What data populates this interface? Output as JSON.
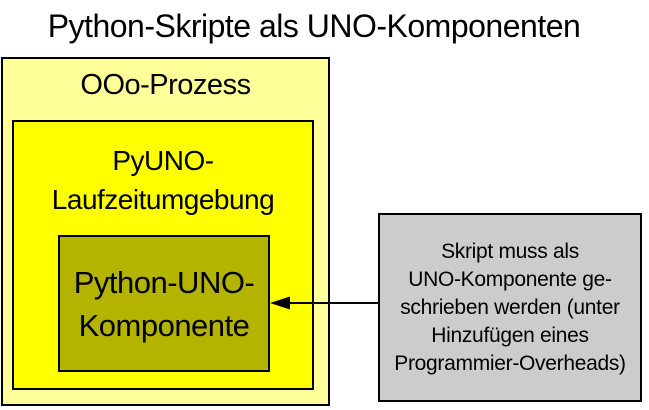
{
  "title": "Python-Skripte als UNO-Komponenten",
  "diagram": {
    "process_box": {
      "label": "OOo-Prozess",
      "fill": "#FFFF99"
    },
    "runtime_box": {
      "lines": [
        "PyUNO-",
        "Laufzeitumgebung"
      ],
      "fill": "#FFFF00"
    },
    "component_box": {
      "lines": [
        "Python-UNO-",
        "Komponente"
      ],
      "fill": "#B3B300"
    },
    "note_box": {
      "lines": [
        "Skript muss als",
        "UNO-Komponente ge-",
        "schrieben werden (unter",
        "Hinzufügen eines",
        "Programmier-Overheads)"
      ],
      "fill": "#CCCCCC"
    },
    "arrow": {
      "direction": "left",
      "color": "#000000"
    }
  },
  "colors": {
    "background": "#FFFFFF",
    "border": "#000000",
    "text": "#000000"
  }
}
